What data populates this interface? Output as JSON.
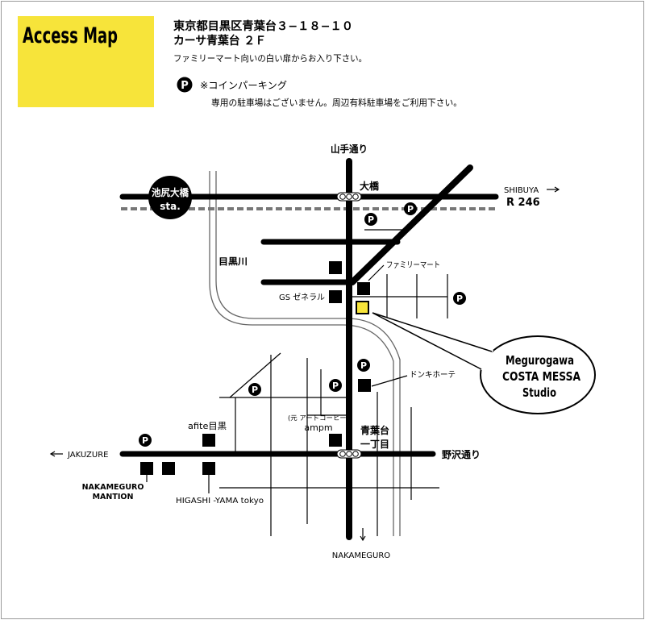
{
  "header": {
    "title": "Access Map",
    "address_line1": "東京都目黒区青葉台３−１８−１０",
    "address_line2": "カーサ青葉台 ２Ｆ",
    "entrance_note": "ファミリーマート向いの白い扉からお入り下さい。",
    "parking_label": "※コインパーキング",
    "parking_note": "専用の駐車場はございません。周辺有料駐車場をご利用下さい。"
  },
  "symbols": {
    "parking": "P"
  },
  "map": {
    "roads": {
      "yamate": "山手通り",
      "r246": "R 246",
      "nozawa": "野沢通り"
    },
    "directions": {
      "shibuya": "SHIBUYA",
      "jakuzure": "JAKUZURE",
      "nakameguro": "NAKAMEGURO"
    },
    "station": {
      "name": "池尻大橋",
      "suffix": "sta."
    },
    "places": {
      "ohashi": "大橋",
      "river": "目黒川",
      "aobadai": "青葉台",
      "itchome": "一丁目"
    },
    "landmarks": {
      "family_mart": "ファミリーマート",
      "gs_general": "GS ゼネラル",
      "don_quijote": "ドンキホーテ",
      "ampm_former": "(元 アートコーヒー)",
      "ampm": "ampm",
      "afite": "afite目黒",
      "nakameguro_mantion": [
        "NAKAMEGURO",
        "MANTION"
      ],
      "higashi_yama": "HIGASHI -YAMA tokyo"
    },
    "destination": {
      "lines": [
        "Megurogawa",
        "COSTA MESSA",
        "Studio"
      ]
    }
  },
  "colors": {
    "accent_yellow": "#f7e43a",
    "rail_gray": "#777777",
    "river_gray": "#666666"
  }
}
